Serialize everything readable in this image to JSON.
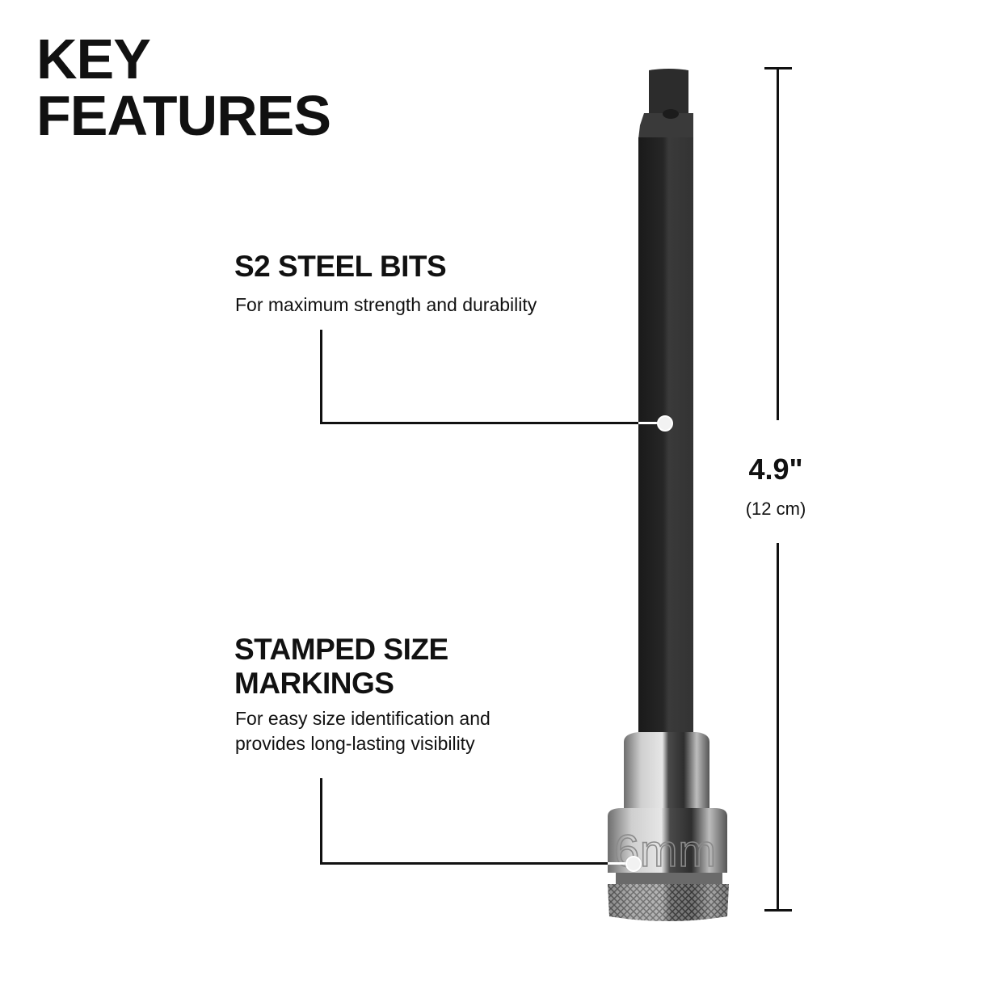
{
  "header": {
    "title_line1": "KEY",
    "title_line2": "FEATURES"
  },
  "features": [
    {
      "heading": "S2 STEEL BITS",
      "description": "For maximum strength and durability"
    },
    {
      "heading_line1": "STAMPED SIZE",
      "heading_line2": "MARKINGS",
      "description_line1": "For easy size identification and",
      "description_line2": "provides long-lasting visibility"
    }
  ],
  "product": {
    "socket_marking": "6mm",
    "bit_color": "#2a2a2a",
    "socket_color": "#c9c9c9"
  },
  "dimension": {
    "length_imperial": "4.9\"",
    "length_metric": "(12 cm)"
  },
  "colors": {
    "text": "#111111",
    "background": "#ffffff"
  }
}
